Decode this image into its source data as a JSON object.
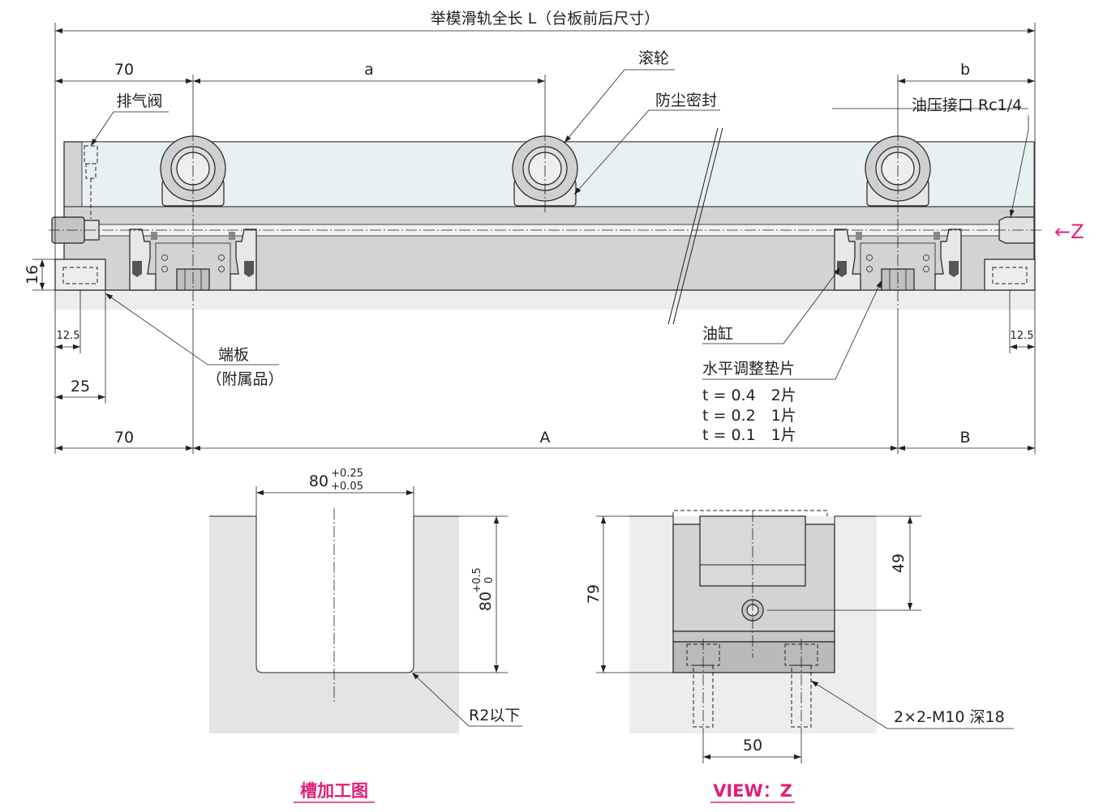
{
  "colors": {
    "body": "#d2d3d5",
    "body_dark": "#b9babc",
    "light": "#eceeed",
    "rail": "#e7f1f2",
    "text": "#231f20",
    "accent": "#e0207a",
    "bg": "#ffffff"
  },
  "top_view": {
    "overall_label": "举模滑轨全长 L（台板前后尺寸）",
    "dim_70_top": "70",
    "dim_a": "a",
    "dim_b": "b",
    "label_roller": "滚轮",
    "label_dust_seal": "防尘密封",
    "label_vent_valve": "排气阀",
    "label_oil_port": "油压接口 Rc1/4",
    "view_arrow": "←Z",
    "dim_16": "16",
    "dim_12_5_left": "12.5",
    "dim_12_5_right": "12.5",
    "dim_25": "25",
    "label_end_plate": "端板",
    "label_accessory": "（附属品）",
    "label_cylinder": "油缸",
    "label_shim": "水平调整垫片",
    "shim_specs": [
      "t = 0.4　2片",
      "t = 0.2　1片",
      "t = 0.1　1片"
    ],
    "dim_70_bottom": "70",
    "dim_A": "A",
    "dim_B": "B"
  },
  "groove_view": {
    "width_label": "80",
    "width_tol_upper": "+0.25",
    "width_tol_lower": "+0.05",
    "depth_label": "80",
    "depth_tol_upper": "+0.5",
    "depth_tol_lower": "0",
    "radius_label": "R2以下",
    "caption": "槽加工图"
  },
  "view_z": {
    "dim_79": "79",
    "dim_49": "49",
    "dim_50": "50",
    "thread_label": "2×2-M10 深18",
    "caption": "VIEW：Z"
  }
}
